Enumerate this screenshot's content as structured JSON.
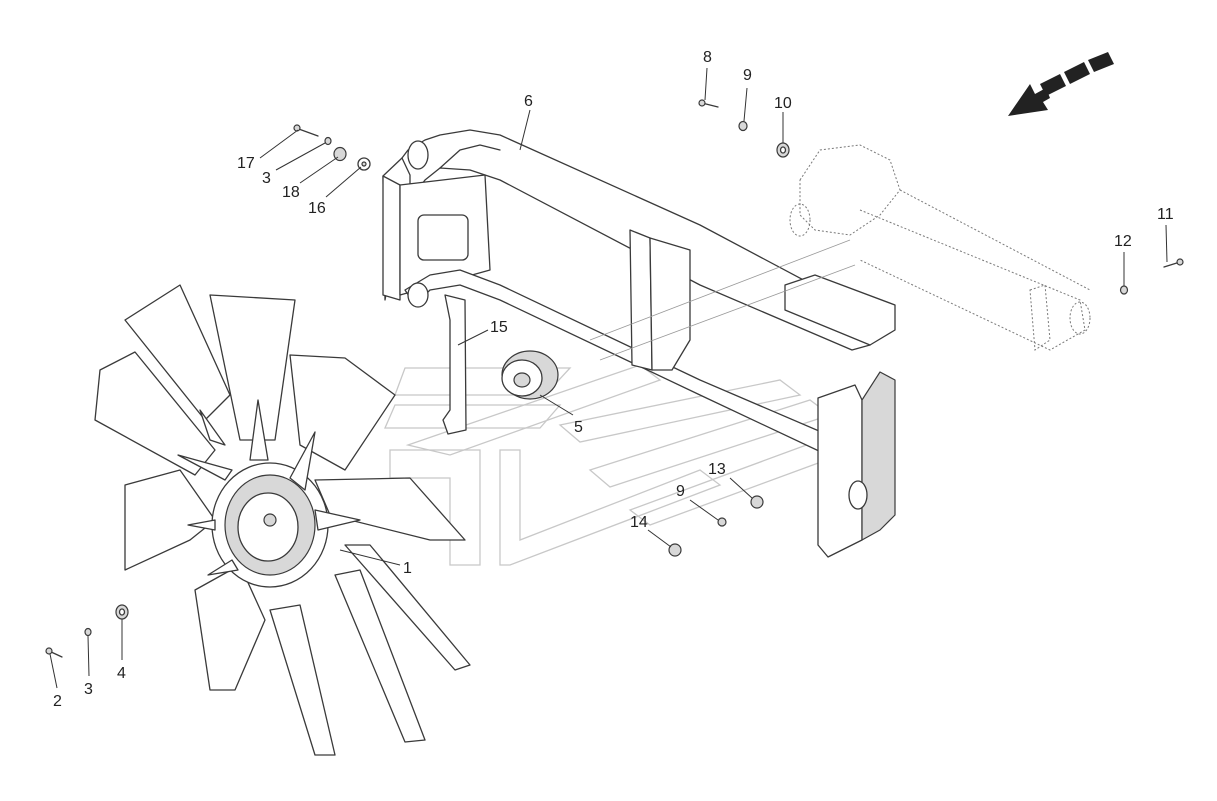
{
  "diagram": {
    "callouts": [
      {
        "id": "c1",
        "label": "1"
      },
      {
        "id": "c2",
        "label": "2"
      },
      {
        "id": "c3a",
        "label": "3"
      },
      {
        "id": "c3b",
        "label": "3"
      },
      {
        "id": "c4",
        "label": "4"
      },
      {
        "id": "c5",
        "label": "5"
      },
      {
        "id": "c6",
        "label": "6"
      },
      {
        "id": "c8",
        "label": "8"
      },
      {
        "id": "c9a",
        "label": "9"
      },
      {
        "id": "c9b",
        "label": "9"
      },
      {
        "id": "c10",
        "label": "10"
      },
      {
        "id": "c11",
        "label": "11"
      },
      {
        "id": "c12",
        "label": "12"
      },
      {
        "id": "c13",
        "label": "13"
      },
      {
        "id": "c14",
        "label": "14"
      },
      {
        "id": "c15",
        "label": "15"
      },
      {
        "id": "c16",
        "label": "16"
      },
      {
        "id": "c17",
        "label": "17"
      },
      {
        "id": "c18",
        "label": "18"
      }
    ],
    "colors": {
      "line": "#3a3a3a",
      "shade": "#d8d8d8",
      "watermark": "#c8c8c8",
      "arrow": "#222222"
    },
    "icons": {
      "direction_arrow": "dashed-direction-arrow-icon",
      "watermark": "chevron-logo-watermark"
    }
  }
}
